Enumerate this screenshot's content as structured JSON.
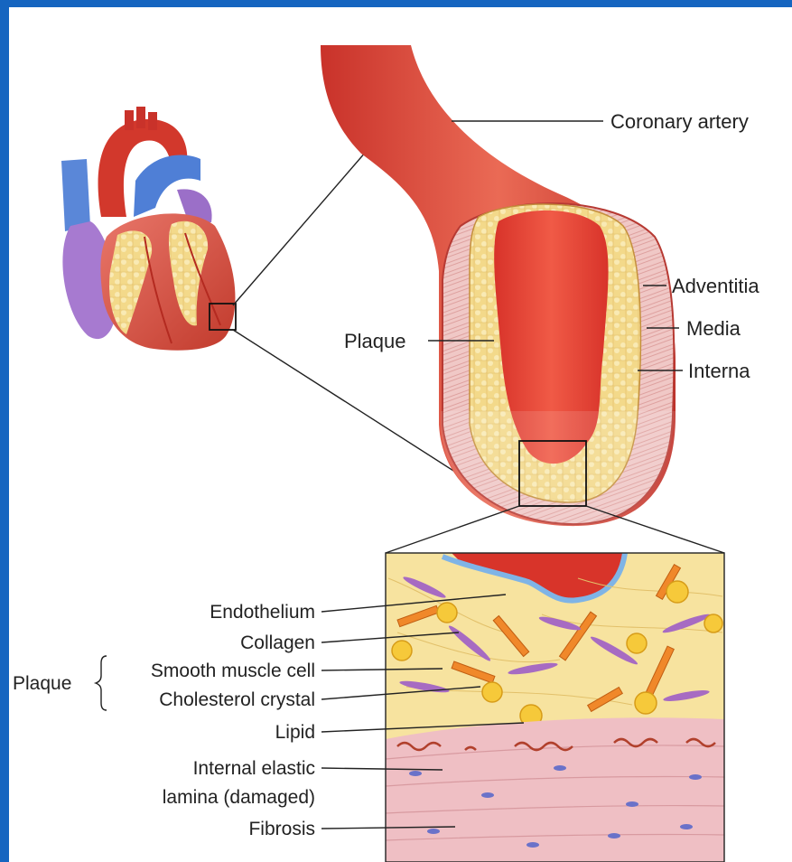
{
  "labels": {
    "coronary_artery": "Coronary artery",
    "adventitia": "Adventitia",
    "media": "Media",
    "interna": "Interna",
    "plaque_top": "Plaque",
    "endothelium": "Endothelium",
    "collagen": "Collagen",
    "plaque_group": "Plaque",
    "smooth_muscle_cell": "Smooth muscle cell",
    "cholesterol_crystal": "Cholesterol crystal",
    "lipid": "Lipid",
    "internal_elastic_line1": "Internal elastic",
    "internal_elastic_line2": "lamina (damaged)",
    "fibrosis": "Fibrosis"
  },
  "colors": {
    "frame_blue": "#1565c0",
    "artery_red": "#d9473a",
    "lumen_red": "#e23b2e",
    "plaque_yellow": "#f4dc8c",
    "media_pink": "#eab9b8",
    "vein_blue": "#5a87d8",
    "atrium_purple": "#a77ad0"
  }
}
